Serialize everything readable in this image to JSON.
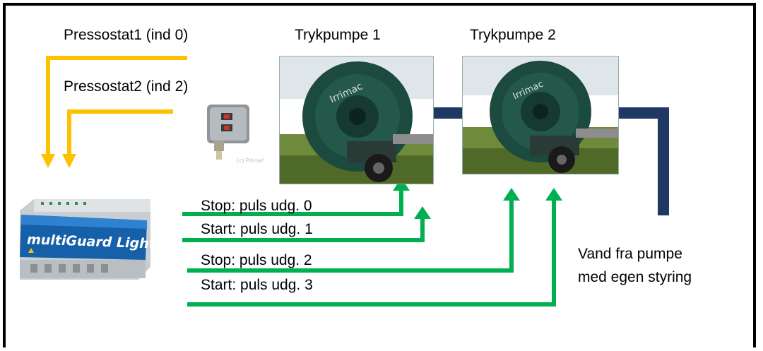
{
  "labels": {
    "pressostat1": "Pressostat1 (ind 0)",
    "pressostat2": "Pressostat2 (ind 2)",
    "pump1": "Trykpumpe 1",
    "pump2": "Trykpumpe 2",
    "stop0": "Stop: puls udg. 0",
    "start1": "Start: puls udg. 1",
    "stop2": "Stop: puls udg. 2",
    "start3": "Start: puls udg. 3",
    "water_line1": "Vand fra pumpe",
    "water_line2": "med egen styring"
  },
  "controller": {
    "brand_text": "multiGuard Light"
  },
  "pump_reel_text": "Irrimac",
  "pressostat_watermark": "(c) PrimaVVS",
  "colors": {
    "input_line": "#FFC000",
    "output_line": "#00B050",
    "water_pipe": "#1F3864",
    "frame": "#000000"
  }
}
